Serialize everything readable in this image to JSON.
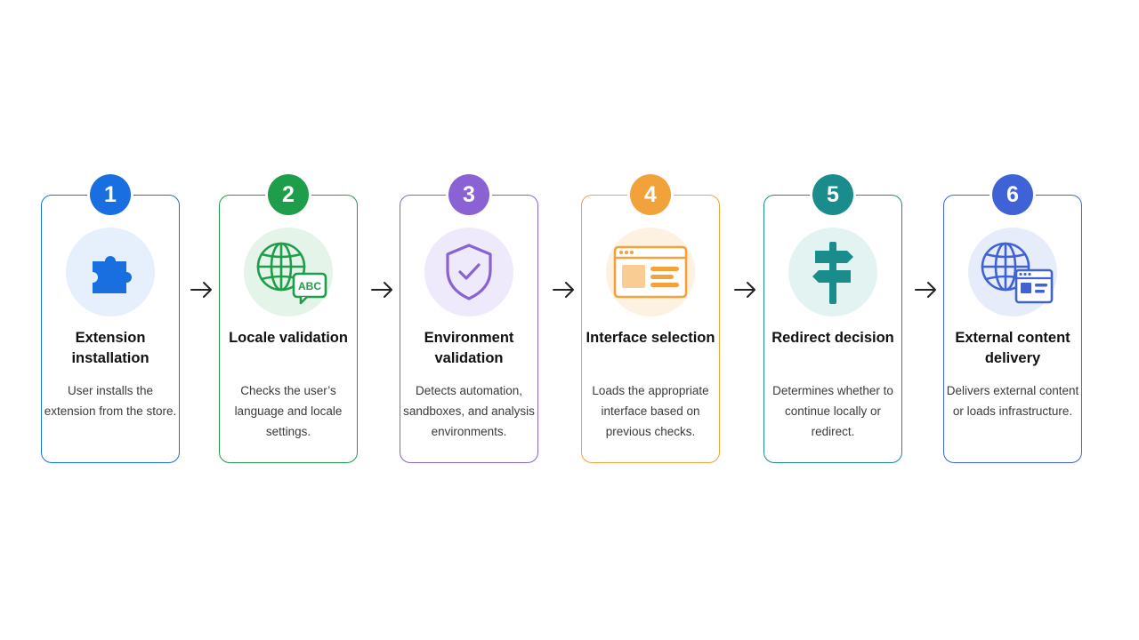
{
  "steps": [
    {
      "number": "1",
      "title": "Extension installation",
      "description": "User installs the extension from the store.",
      "icon": "puzzle-piece-icon",
      "color": "#1a6fe0",
      "tint": "#e6effc"
    },
    {
      "number": "2",
      "title": "Locale validation",
      "description": "Checks the user’s language and locale settings.",
      "icon": "globe-language-icon",
      "color": "#1e9e4a",
      "tint": "#e4f4e9",
      "icon_text": "ABC"
    },
    {
      "number": "3",
      "title": "Environment validation",
      "description": "Detects automation, sandboxes, and analysis environments.",
      "icon": "shield-check-icon",
      "color": "#8a62d4",
      "tint": "#efeafb"
    },
    {
      "number": "4",
      "title": "Interface selection",
      "description": "Loads the appropriate interface based on previous checks.",
      "icon": "browser-window-icon",
      "color": "#f2a23a",
      "tint": "#fdf1e2"
    },
    {
      "number": "5",
      "title": "Redirect decision",
      "description": "Determines whether to continue locally or redirect.",
      "icon": "signpost-icon",
      "color": "#1b8c8c",
      "tint": "#e3f3f2"
    },
    {
      "number": "6",
      "title": "External content delivery",
      "description": "Delivers external content or loads infrastructure.",
      "icon": "globe-browser-icon",
      "color": "#3f63d6",
      "tint": "#e7ecfb"
    }
  ],
  "arrow_color": "#222222"
}
